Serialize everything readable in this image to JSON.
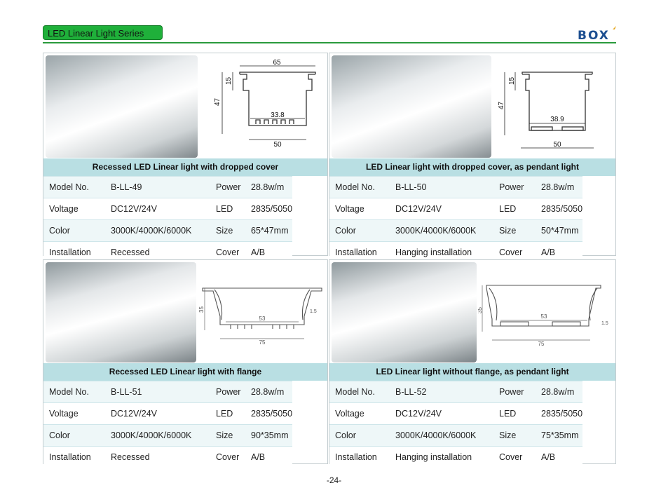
{
  "header": {
    "series_label": "LED Linear Light Series",
    "brand": "BOX"
  },
  "page_number": "-24-",
  "products": [
    {
      "caption": "Recessed LED Linear light with dropped cover",
      "dims": {
        "width": "65",
        "inner": "33.8",
        "base": "50",
        "height": "47",
        "top": "15"
      },
      "rows": [
        [
          "Model No.",
          "B-LL-49",
          "Power",
          "28.8w/m"
        ],
        [
          "Voltage",
          "DC12V/24V",
          "LED",
          "2835/5050"
        ],
        [
          "Color",
          "3000K/4000K/6000K",
          "Size",
          "65*47mm"
        ],
        [
          "Installation",
          "Recessed",
          "Cover",
          "A/B"
        ]
      ]
    },
    {
      "caption": "LED Linear light  with dropped cover, as pendant light",
      "dims": {
        "width": "50",
        "inner": "38.9",
        "base": "",
        "height": "47",
        "top": "15"
      },
      "rows": [
        [
          "Model No.",
          "B-LL-50",
          "Power",
          "28.8w/m"
        ],
        [
          "Voltage",
          "DC12V/24V",
          "LED",
          "2835/5050"
        ],
        [
          "Color",
          "3000K/4000K/6000K",
          "Size",
          "50*47mm"
        ],
        [
          "Installation",
          "Hanging installation",
          "Cover",
          "A/B"
        ]
      ]
    },
    {
      "caption": "Recessed LED Linear light with flange",
      "dims": {
        "width": "75",
        "inner": "53",
        "side": "1.5",
        "height": "35"
      },
      "rows": [
        [
          "Model No.",
          "B-LL-51",
          "Power",
          "28.8w/m"
        ],
        [
          "Voltage",
          "DC12V/24V",
          "LED",
          "2835/5050"
        ],
        [
          "Color",
          "3000K/4000K/6000K",
          "Size",
          "90*35mm"
        ],
        [
          "Installation",
          "Recessed",
          "Cover",
          "A/B"
        ]
      ]
    },
    {
      "caption": "LED Linear light without flange, as pendant light",
      "dims": {
        "width": "75",
        "inner": "53",
        "side": "1.5",
        "height": "35"
      },
      "rows": [
        [
          "Model No.",
          "B-LL-52",
          "Power",
          "28.8w/m"
        ],
        [
          "Voltage",
          "DC12V/24V",
          "LED",
          "2835/5050"
        ],
        [
          "Color",
          "3000K/4000K/6000K",
          "Size",
          "75*35mm"
        ],
        [
          "Installation",
          "Hanging installation",
          "Cover",
          "A/B"
        ]
      ]
    }
  ]
}
